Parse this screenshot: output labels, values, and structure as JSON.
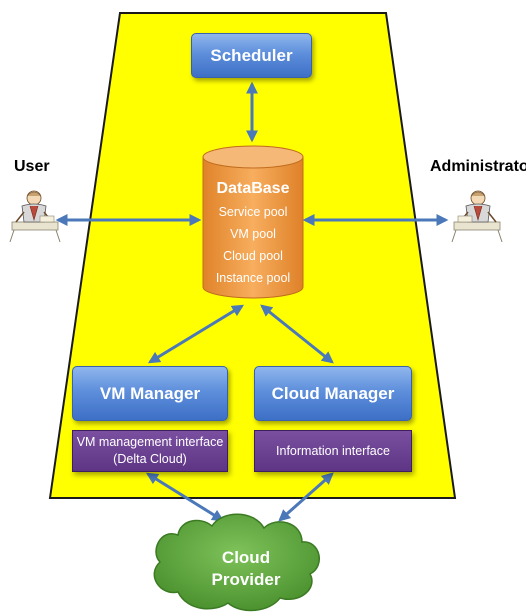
{
  "actors": {
    "user_label": "User",
    "admin_label": "Administrator"
  },
  "scheduler": {
    "label": "Scheduler"
  },
  "database": {
    "title": "DataBase",
    "pools": [
      "Service pool",
      "VM pool",
      "Cloud pool",
      "Instance pool"
    ]
  },
  "vm_manager": {
    "label": "VM Manager",
    "interface_line1": "VM management interface",
    "interface_line2": "(Delta Cloud)"
  },
  "cloud_manager": {
    "label": "Cloud Manager",
    "interface": "Information interface"
  },
  "cloud_provider": {
    "line1": "Cloud",
    "line2": "Provider"
  },
  "colors": {
    "trapezoid": "#ffff00",
    "box_blue": "#4f81d1",
    "database_orange": "#f5a04a",
    "interface_purple": "#6a3d91",
    "cloud_green": "#5fa83c",
    "arrow": "#4a78b8"
  }
}
